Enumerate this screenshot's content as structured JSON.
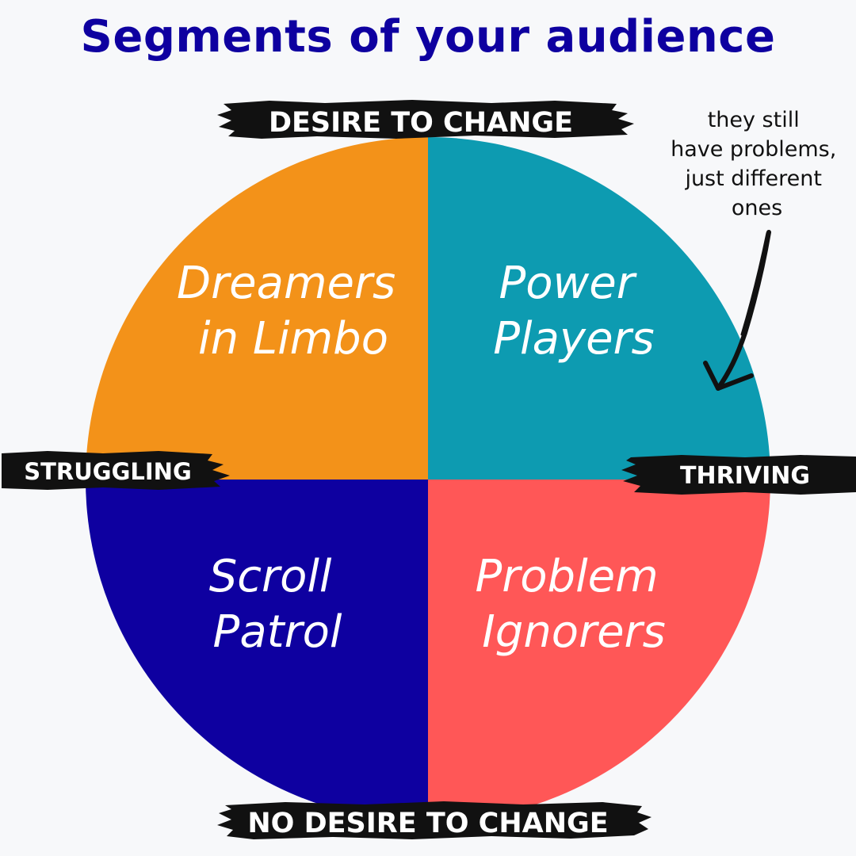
{
  "title": "Segments of your audience",
  "axes": {
    "top": "DESIRE TO CHANGE",
    "bottom": "NO DESIRE TO CHANGE",
    "left": "STRUGGLING",
    "right": "THRIVING"
  },
  "quadrants": [
    {
      "position": "top-left",
      "line1": "Dreamers",
      "line2": "in Limbo",
      "color": "#f39219"
    },
    {
      "position": "top-right",
      "line1": "Power",
      "line2": "Players",
      "color": "#0d9bb1"
    },
    {
      "position": "bottom-left",
      "line1": "Scroll",
      "line2": "Patrol",
      "color": "#0e00a0"
    },
    {
      "position": "bottom-right",
      "line1": "Problem",
      "line2": "Ignorers",
      "color": "#ff5757"
    }
  ],
  "annotation": {
    "lines": [
      "they still",
      "have problems,",
      "just different",
      "ones"
    ]
  },
  "colors": {
    "title": "#0e00a0",
    "brush": "#111111",
    "background": "#f7f8fa"
  }
}
